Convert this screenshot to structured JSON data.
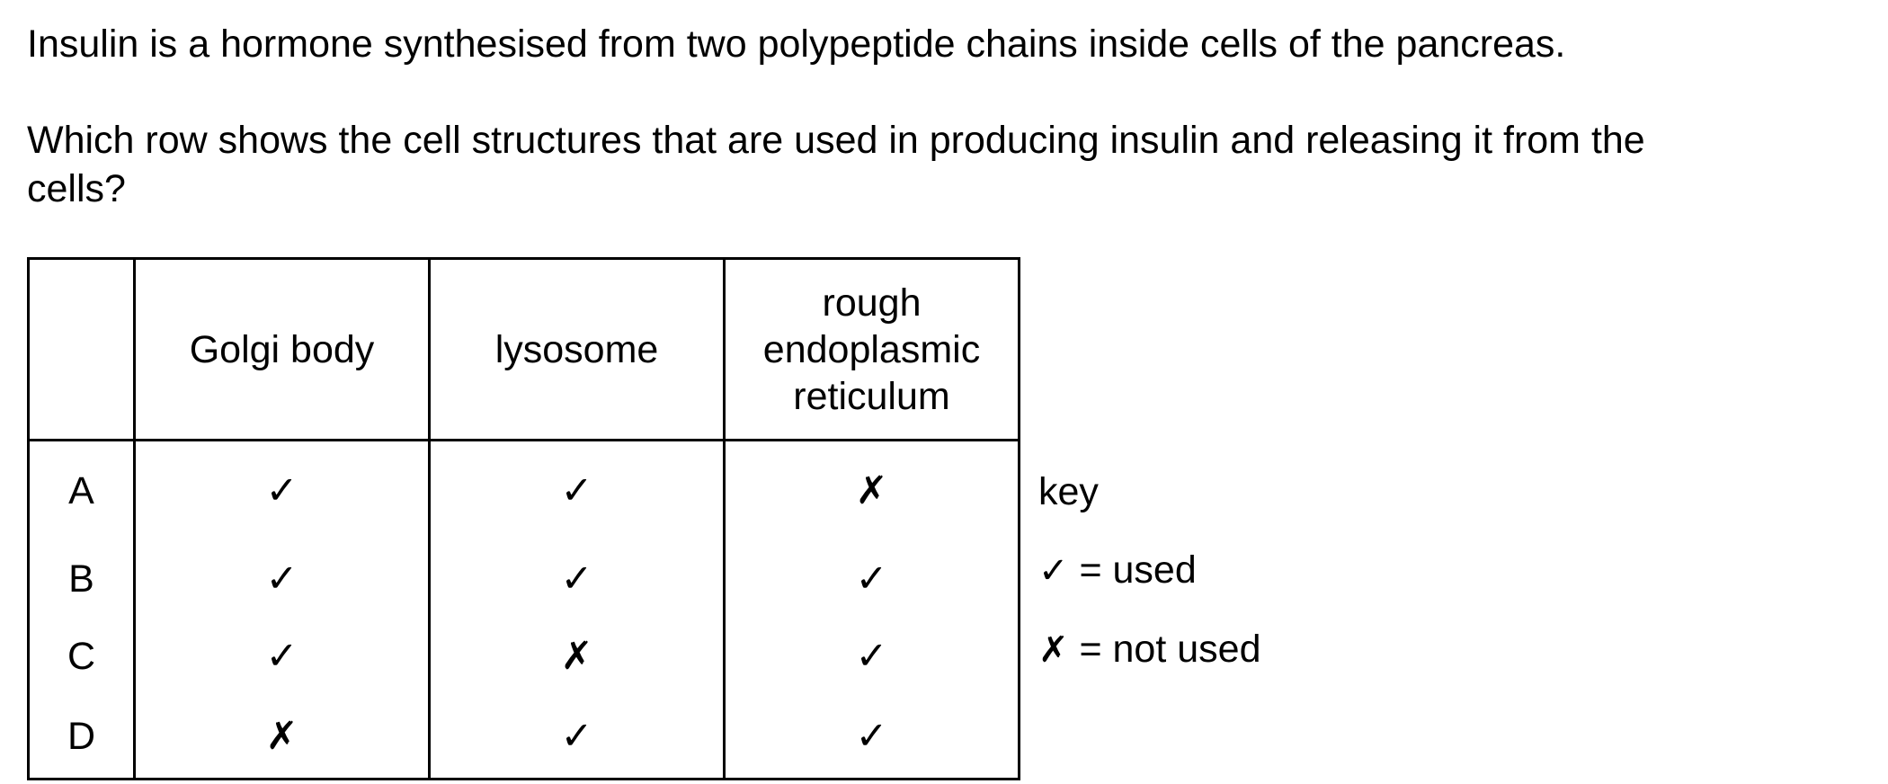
{
  "question": {
    "intro": "Insulin is a hormone synthesised from two polypeptide chains inside cells of the pancreas.",
    "prompt_line1": "Which row shows the cell structures that are used in producing insulin and releasing it from the",
    "prompt_line2": "cells?"
  },
  "table": {
    "headers": [
      "",
      "Golgi body",
      "lysosome",
      "rough endoplasmic reticulum"
    ],
    "header_lines": {
      "golgi": "Golgi body",
      "lysosome": "lysosome",
      "rer_1": "rough",
      "rer_2": "endoplasmic",
      "rer_3": "reticulum"
    },
    "rows": [
      {
        "label": "A",
        "golgi": "✓",
        "lysosome": "✓",
        "rer": "✗"
      },
      {
        "label": "B",
        "golgi": "✓",
        "lysosome": "✓",
        "rer": "✓"
      },
      {
        "label": "C",
        "golgi": "✓",
        "lysosome": "✗",
        "rer": "✓"
      },
      {
        "label": "D",
        "golgi": "✗",
        "lysosome": "✓",
        "rer": "✓"
      }
    ]
  },
  "key": {
    "title": "key",
    "used_symbol": "✓",
    "used_text": " = used",
    "not_used_symbol": "✗",
    "not_used_text": " = not used"
  }
}
